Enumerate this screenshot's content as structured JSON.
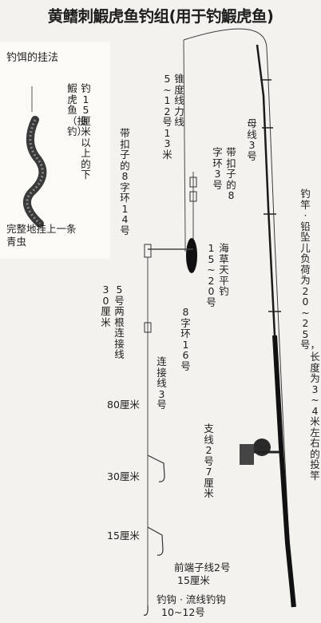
{
  "title": "黄鳍刺鰕虎鱼钓组(用于钓鰕虎鱼)",
  "bait_box": {
    "heading": "钓饵的挂法",
    "hook_note_col1": "钓15厘米以上的下",
    "hook_note_col2": "鰕虎鱼（投钓）",
    "worm_note_line1": "完整地挂上一条",
    "worm_note_line2": "青虫"
  },
  "labels": {
    "sinker_line": "锥度线力线",
    "sinker_line_spec": "5~12号13米",
    "main_line": "母线3号",
    "swivel_top_col1": "带扣子的8",
    "swivel_top_col2": "字环3号",
    "snap_swivel": "带扣子的8字环14号",
    "sinker_col1": "海草天平钓",
    "sinker_col2": "15~20号",
    "connector_col1": "5号两根连接线",
    "connector_col2": "30厘米",
    "swivel_16": "8字环16号",
    "connect_line": "连接线3号",
    "dist_80": "80厘米",
    "branch_col1": "支线2号7厘米",
    "dist_30": "30厘米",
    "dist_15": "15厘米",
    "leader": "前端子线2号",
    "leader_len": "15厘米",
    "hook": "钓钩 · 流线钓钩",
    "hook_size": "10~12号",
    "rod_col1": "钓竿 · 铅坠儿负荷为20~25号，",
    "rod_col2": "长度为3~4米左右的投竿"
  },
  "colors": {
    "line": "#4a4a4a",
    "rod": "#1a1a1a",
    "sinker": "#111111"
  },
  "icons": {
    "reel": "spinning-reel-icon",
    "sinker": "sinker-icon",
    "swivel": "swivel-icon",
    "hook": "fish-hook-icon",
    "worm": "worm-bait-icon"
  }
}
